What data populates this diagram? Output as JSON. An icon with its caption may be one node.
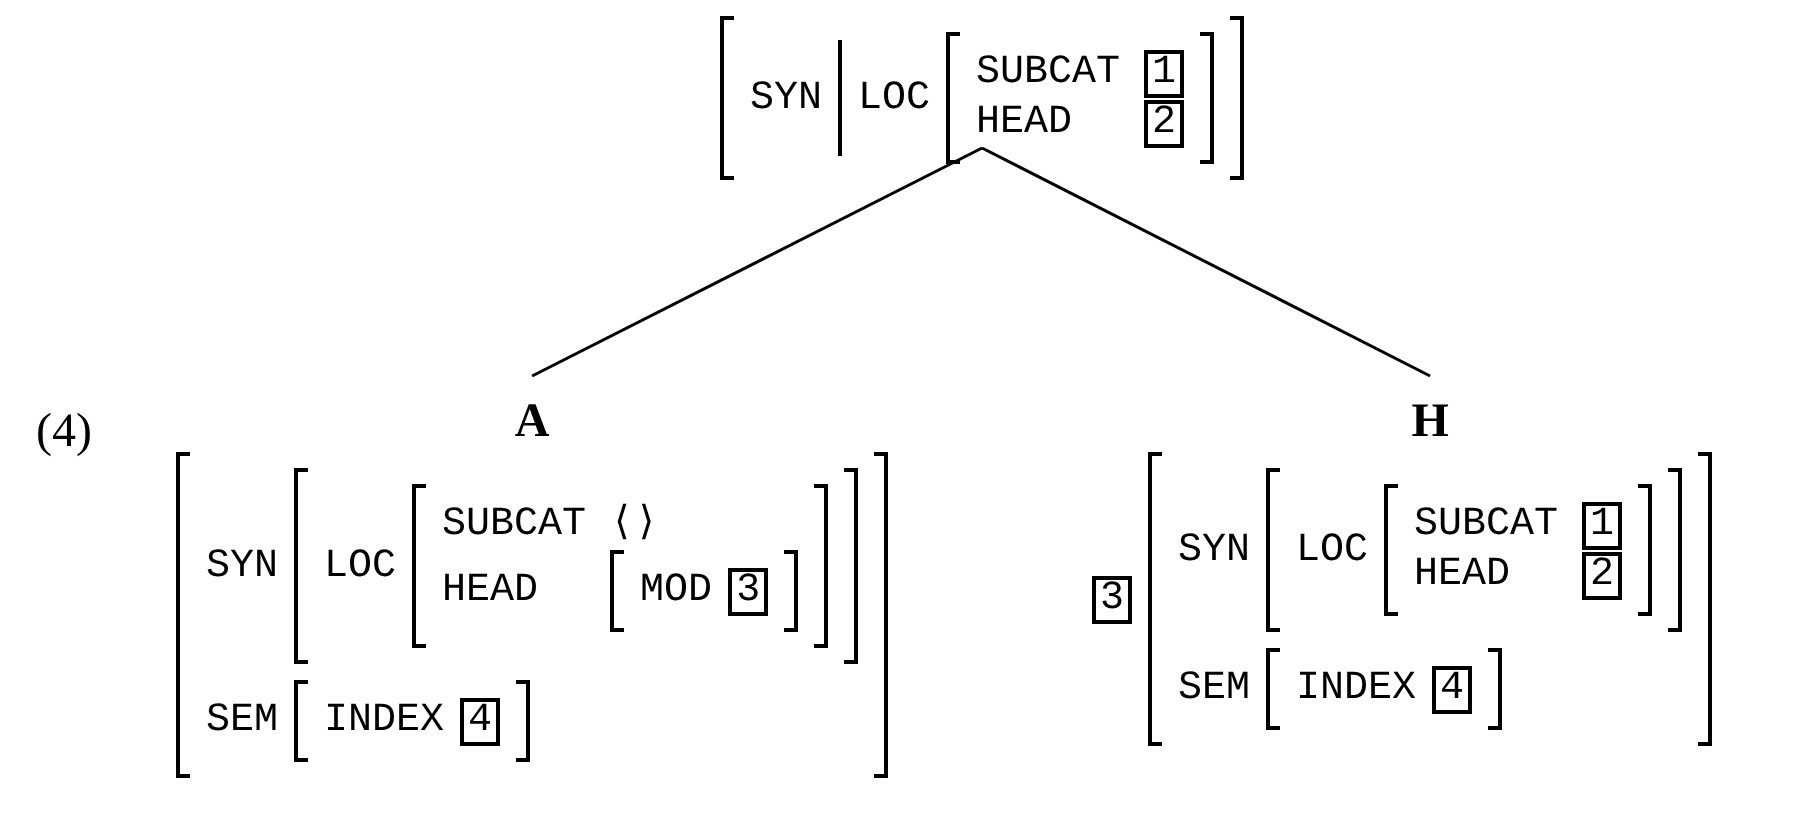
{
  "diagram": {
    "nodes": [
      {
        "text": [
          "SYN",
          "LOC",
          "SUBCAT",
          "1",
          "HEAD",
          "2"
        ]
      },
      {
        "text": [
          "A",
          "SYN",
          "LOC",
          "SUBCAT",
          "⟨⟩",
          "HEAD",
          "MOD",
          "3",
          "SEM",
          "INDEX",
          "4"
        ]
      },
      {
        "text": [
          "H",
          "3",
          "SYN",
          "LOC",
          "SUBCAT",
          "1",
          "HEAD",
          "2",
          "SEM",
          "INDEX",
          "4"
        ]
      }
    ],
    "edges": [
      {
        "from": 0,
        "to": 1,
        "arrow": "none"
      },
      {
        "from": 0,
        "to": 2,
        "arrow": "none"
      }
    ],
    "labels": [
      "(4)"
    ]
  }
}
